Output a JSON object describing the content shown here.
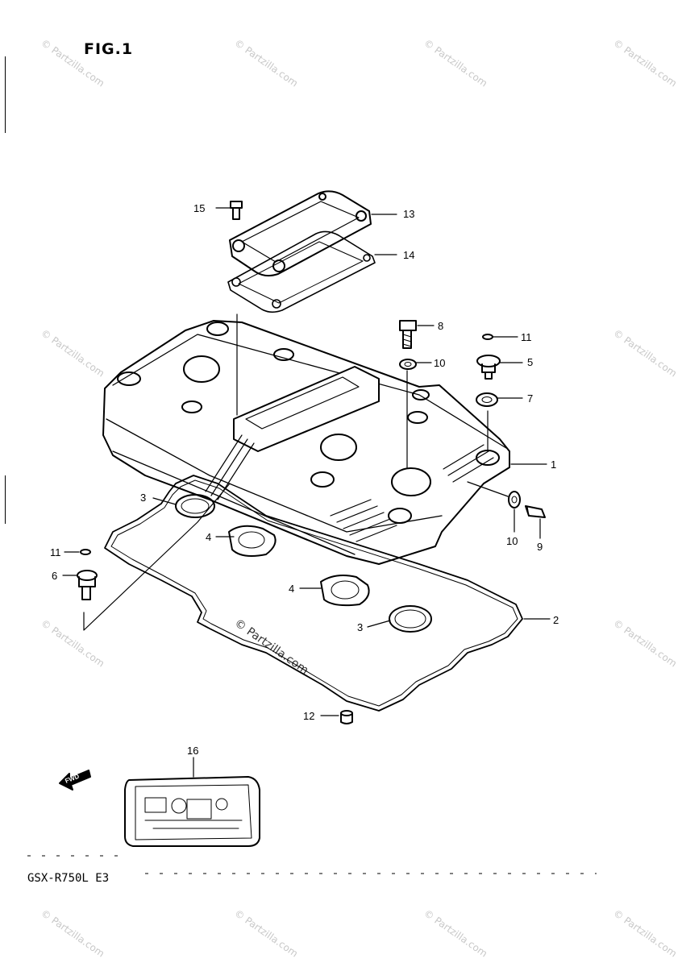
{
  "figure": {
    "title": "FIG.1",
    "model": "GSX-R750L E3"
  },
  "watermark": {
    "text": "© Partzilla.com",
    "center_text": "© Partzilla.com"
  },
  "callouts": {
    "c1": "1",
    "c2": "2",
    "c3a": "3",
    "c3b": "3",
    "c4a": "4",
    "c4b": "4",
    "c5": "5",
    "c6": "6",
    "c7": "7",
    "c8": "8",
    "c9": "9",
    "c10a": "10",
    "c10b": "10",
    "c11a": "11",
    "c11b": "11",
    "c12": "12",
    "c13": "13",
    "c14": "14",
    "c15": "15",
    "c16": "16"
  },
  "fwd_arrow": {
    "text": "FWD"
  },
  "colors": {
    "line": "#000000",
    "watermark": "#c8c8c8",
    "background": "#ffffff"
  }
}
